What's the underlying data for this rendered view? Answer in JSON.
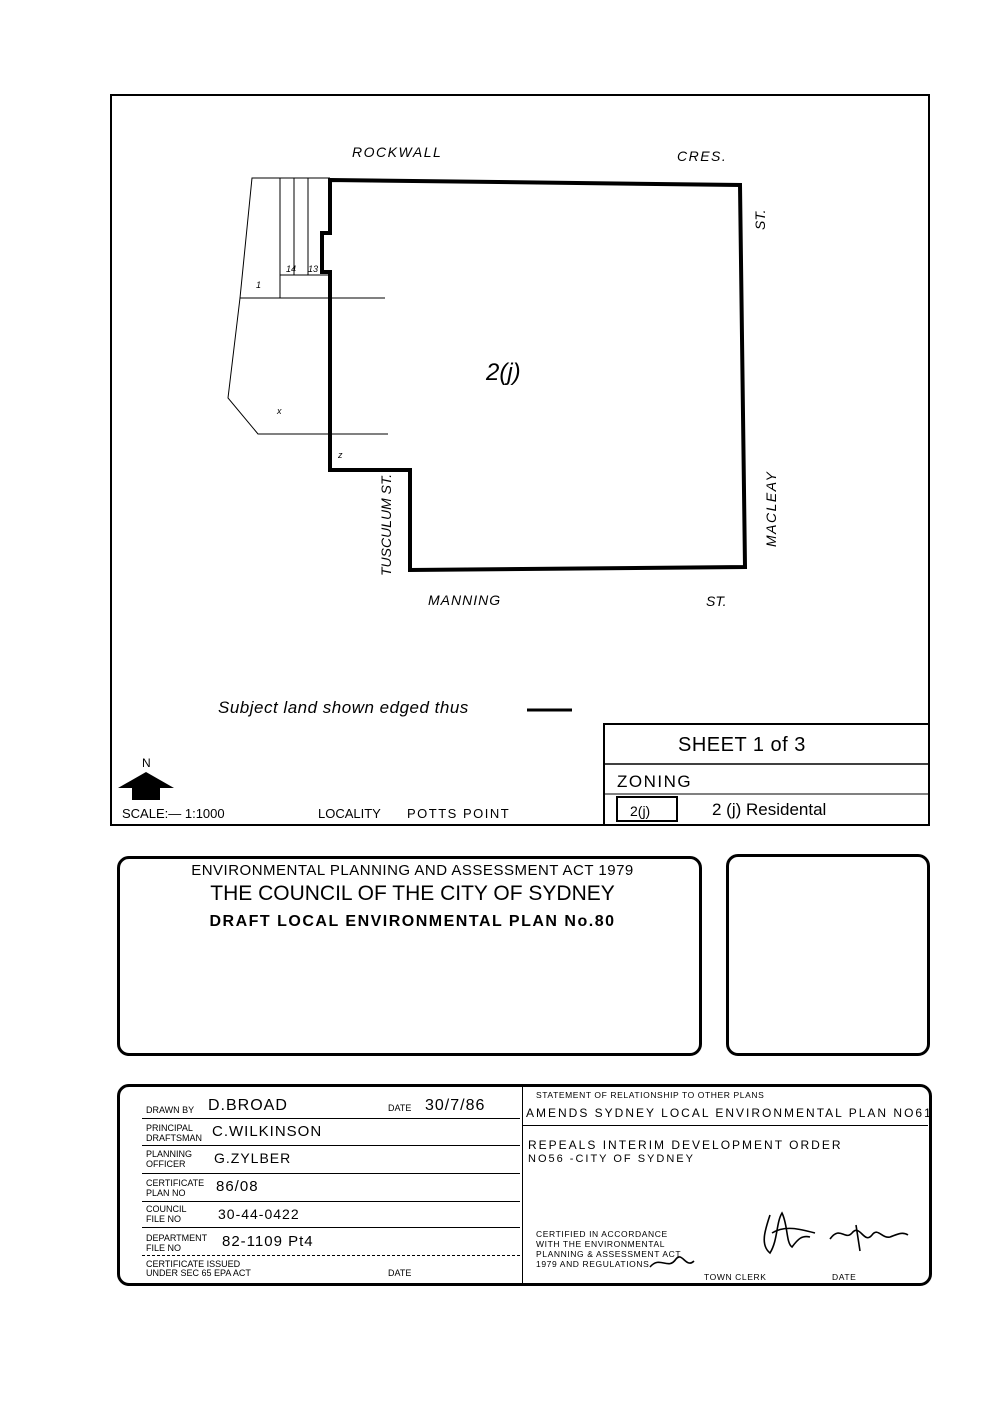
{
  "map": {
    "streets": {
      "rockwall": "ROCKWALL",
      "cres": "CRES.",
      "st_top_right": "ST.",
      "macleay": "MACLEAY",
      "tusculum": "TUSCULUM ST.",
      "manning": "MANNING",
      "st_bottom": "ST."
    },
    "lot_labels": {
      "lot14": "14",
      "lot13": "13",
      "lot1": "1",
      "lotx": "x",
      "lotz": "z"
    },
    "zone_label": "2(j)",
    "legend_text": "Subject land shown edged thus"
  },
  "sheet": {
    "sheet_no": "SHEET 1 of 3",
    "zoning_heading": "ZONING",
    "zone_code": "2(j)",
    "zone_desc": "2 (j) Residental"
  },
  "footer_map": {
    "north": "N",
    "scale": "SCALE:— 1:1000",
    "locality_label": "LOCALITY",
    "locality_value": "POTTS POINT"
  },
  "plan_box": {
    "act": "ENVIRONMENTAL PLANNING AND ASSESSMENT ACT 1979",
    "council": "THE COUNCIL OF THE CITY OF SYDNEY",
    "plan": "DRAFT LOCAL ENVIRONMENTAL PLAN No.80"
  },
  "details": {
    "drawn_by_label": "DRAWN BY",
    "drawn_by": "D.BROAD",
    "date_label": "DATE",
    "date": "30/7/86",
    "principal_label_1": "PRINCIPAL",
    "principal_label_2": "DRAFTSMAN",
    "principal": "C.WILKINSON",
    "planning_label_1": "PLANNING",
    "planning_label_2": "OFFICER",
    "planning": "G.ZYLBER",
    "cert_label_1": "CERTIFICATE",
    "cert_label_2": "PLAN No",
    "cert": "86/08",
    "council_label_1": "COUNCIL",
    "council_label_2": "FILE No",
    "council_file": "30-44-0422",
    "dept_label_1": "DEPARTMENT",
    "dept_label_2": "FILE No",
    "dept_file": "82-1109 Pt4",
    "issued_label_1": "CERTIFICATE ISSUED",
    "issued_label_2": "UNDER SEC 65 EPA ACT",
    "issued_date_label": "DATE"
  },
  "statement": {
    "heading": "STATEMENT OF RELATIONSHIP TO OTHER PLANS",
    "amends": "AMENDS SYDNEY LOCAL ENVIRONMENTAL PLAN No61",
    "repeals_1": "REPEALS INTERIM DEVELOPMENT ORDER",
    "repeals_2": "No56 -CITY OF SYDNEY",
    "certified_1": "CERTIFIED IN ACCORDANCE",
    "certified_2": "WITH THE ENVIRONMENTAL",
    "certified_3": "PLANNING & ASSESSMENT ACT",
    "certified_4": "1979 AND REGULATIONS",
    "town_clerk": "TOWN CLERK",
    "date_label": "DATE"
  }
}
